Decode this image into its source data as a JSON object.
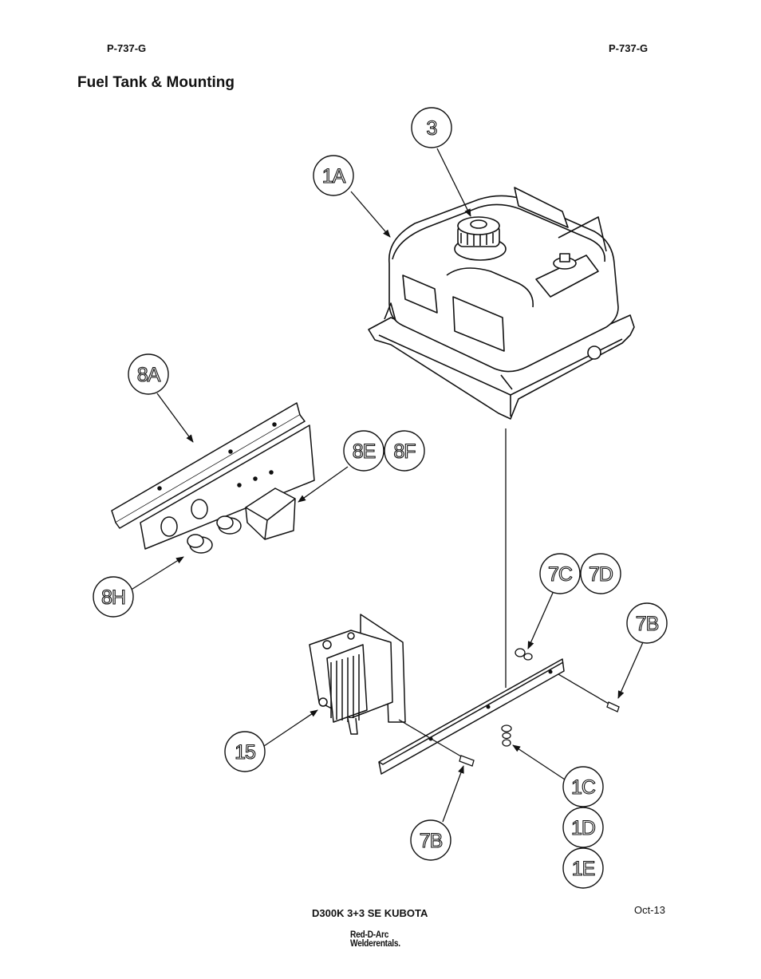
{
  "header": {
    "left_code": "P-737-G",
    "right_code": "P-737-G"
  },
  "title": "Fuel Tank & Mounting",
  "callouts": {
    "c3": "3",
    "c1A": "1A",
    "c8A": "8A",
    "c8E": "8E",
    "c8F": "8F",
    "c8H": "8H",
    "c7C": "7C",
    "c7D": "7D",
    "c7B_right": "7B",
    "c15": "15",
    "c1C": "1C",
    "c1D": "1D",
    "c1E": "1E",
    "c7B_bottom": "7B"
  },
  "footer": {
    "model": "D300K 3+3 SE KUBOTA",
    "date": "Oct-13",
    "logo_line1": "Red-D-Arc",
    "logo_line2": "Welderentals."
  }
}
